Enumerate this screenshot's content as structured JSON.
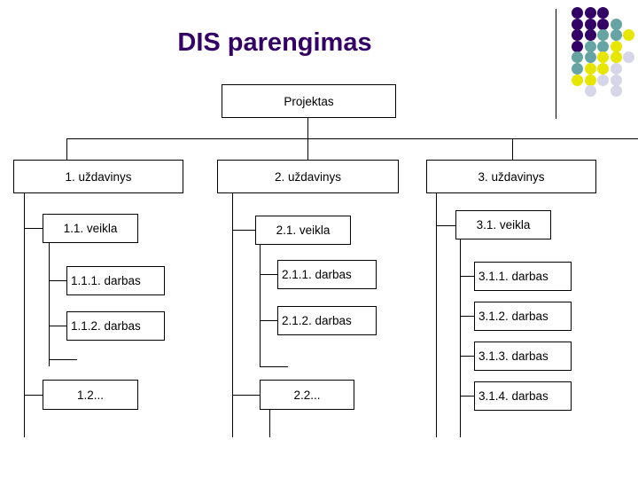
{
  "slide": {
    "title": "DIS parengimas",
    "background": "#ffffff",
    "title_color": "#330066"
  },
  "decoration": {
    "divider_name": "vertical-rule",
    "dot_palette": {
      "purple": "#330066",
      "teal": "#66A3A3",
      "yellow": "#E6E600",
      "lavender": "#D6D6E8"
    },
    "dot_grid": [
      [
        "purple",
        "purple",
        "purple",
        "none",
        "none"
      ],
      [
        "purple",
        "purple",
        "purple",
        "teal",
        "none"
      ],
      [
        "purple",
        "purple",
        "teal",
        "teal",
        "yellow"
      ],
      [
        "purple",
        "teal",
        "teal",
        "yellow",
        "none"
      ],
      [
        "teal",
        "teal",
        "yellow",
        "yellow",
        "lavender"
      ],
      [
        "teal",
        "yellow",
        "yellow",
        "lavender",
        "none"
      ],
      [
        "yellow",
        "yellow",
        "lavender",
        "lavender",
        "none"
      ],
      [
        "none",
        "lavender",
        "none",
        "lavender",
        "none"
      ],
      [
        "none",
        "none",
        "none",
        "none",
        "none"
      ]
    ]
  },
  "tree": {
    "root": {
      "label": "Projektas"
    },
    "columns": [
      {
        "task": "1. uždavinys",
        "activity": "1.1. veikla",
        "works": [
          "1.1.1. darbas",
          "1.1.2. darbas"
        ],
        "next_activity": "1.2..."
      },
      {
        "task": "2. uždavinys",
        "activity": "2.1. veikla",
        "works": [
          "2.1.1. darbas",
          "2.1.2. darbas"
        ],
        "next_activity": "2.2..."
      },
      {
        "task": "3. uždavinys",
        "activity": "3.1. veikla",
        "works": [
          "3.1.1. darbas",
          "3.1.2. darbas",
          "3.1.3. darbas",
          "3.1.4. darbas"
        ],
        "next_activity": ""
      }
    ]
  }
}
